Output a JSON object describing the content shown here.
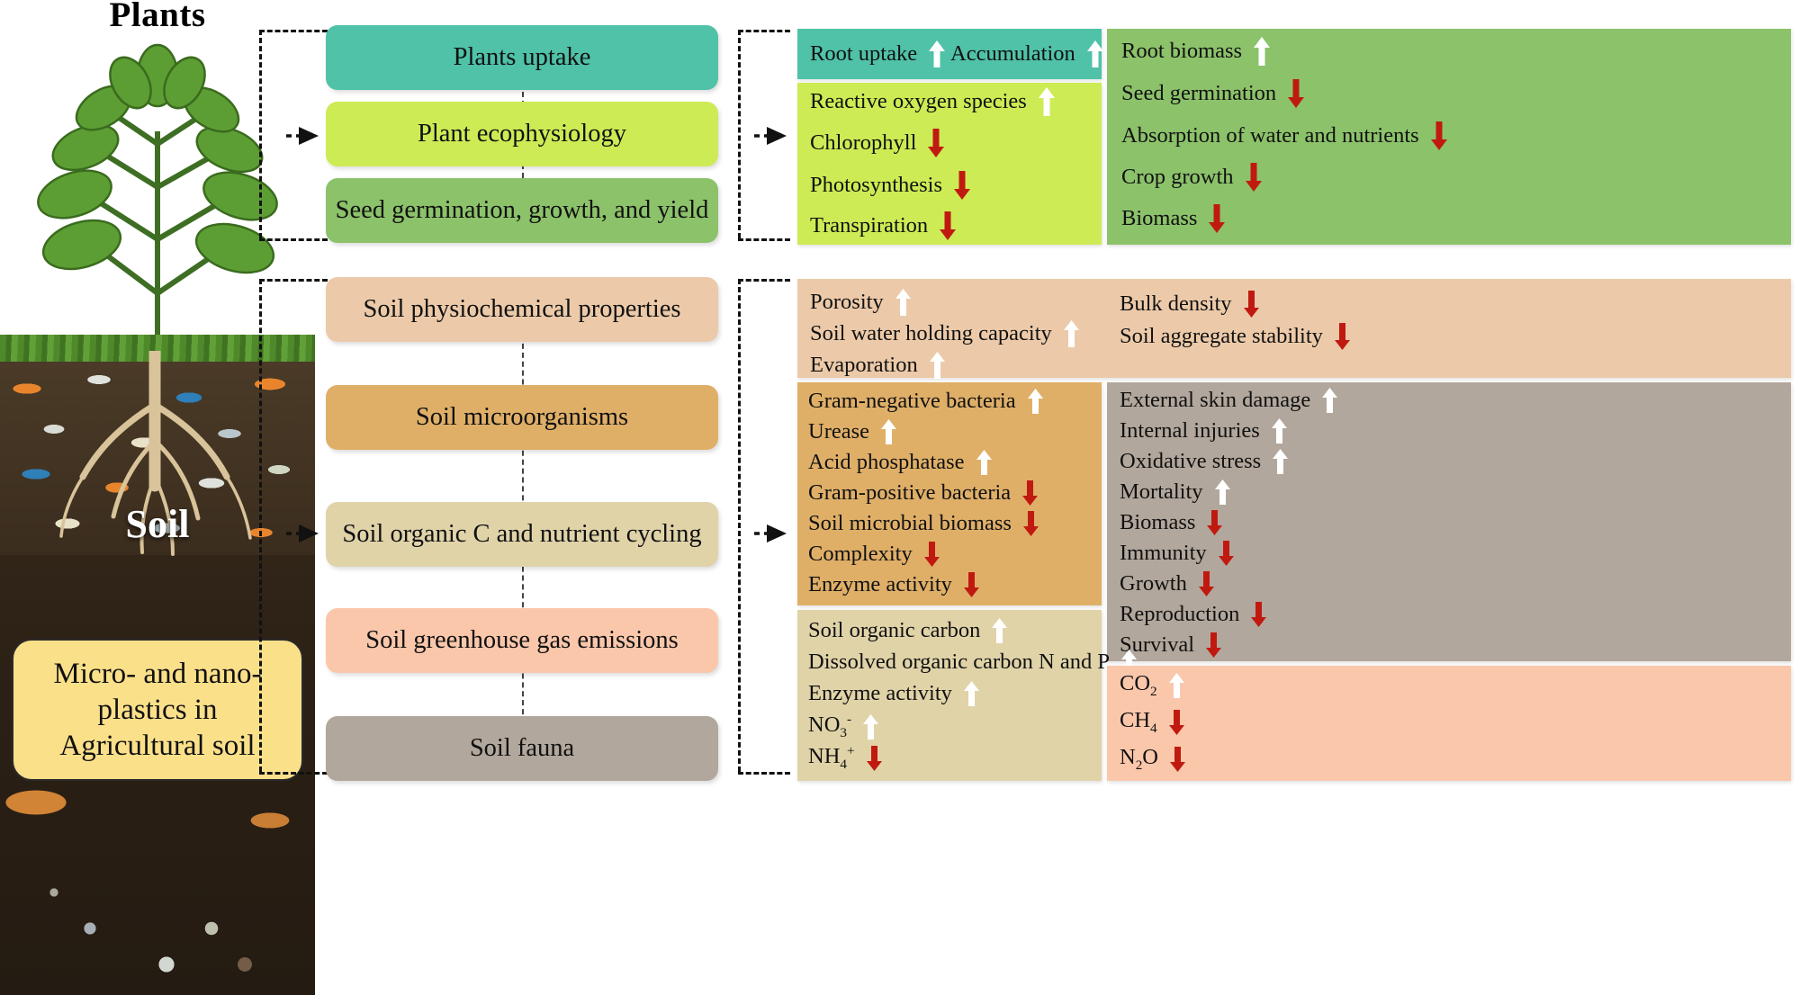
{
  "left": {
    "plants_title": "Plants",
    "soil_title": "Soil",
    "mnp_box": "Micro- and nano-plastics in Agricultural soil"
  },
  "middle": {
    "boxes": [
      {
        "label": "Plants uptake",
        "color": "#4fc2a8"
      },
      {
        "label": "Plant ecophysiology",
        "color": "#cdeb54"
      },
      {
        "label": "Seed germination, growth, and yield",
        "color": "#8cc26a"
      },
      {
        "label": "Soil physiochemical properties",
        "color": "#eccaa9"
      },
      {
        "label": "Soil microorganisms",
        "color": "#dfaf68"
      },
      {
        "label": "Soil organic C and nutrient cycling",
        "color": "#e0d3a8"
      },
      {
        "label": "Soil greenhouse gas emissions",
        "color": "#fac7ab"
      },
      {
        "label": "Soil fauna",
        "color": "#b2a79c"
      }
    ]
  },
  "panels": [
    {
      "name": "plants-uptake-panel",
      "color": "#4fc2a8",
      "items": [
        {
          "label": "Root uptake",
          "dir": "up"
        },
        {
          "label": "Accumulation",
          "dir": "up"
        }
      ]
    },
    {
      "name": "plant-ecophysiology-panel",
      "color": "#cdeb54",
      "items": [
        {
          "label": "Reactive oxygen species",
          "dir": "up"
        },
        {
          "label": "Chlorophyll",
          "dir": "down"
        },
        {
          "label": "Photosynthesis",
          "dir": "down"
        },
        {
          "label": "Transpiration",
          "dir": "down"
        }
      ]
    },
    {
      "name": "seed-germination-panel",
      "color": "#8cc26a",
      "items": [
        {
          "label": "Root biomass",
          "dir": "up"
        },
        {
          "label": "Seed germination",
          "dir": "down"
        },
        {
          "label": "Absorption of water and nutrients",
          "dir": "down"
        },
        {
          "label": "Crop growth",
          "dir": "down"
        },
        {
          "label": "Biomass",
          "dir": "down"
        }
      ]
    },
    {
      "name": "soil-physiochemical-panel",
      "color": "#eccaa9",
      "items_left": [
        {
          "label": "Porosity",
          "dir": "up"
        },
        {
          "label": "Soil water holding capacity",
          "dir": "up"
        },
        {
          "label": "Evaporation",
          "dir": "up"
        }
      ],
      "items_right": [
        {
          "label": "Bulk density",
          "dir": "down"
        },
        {
          "label": "Soil aggregate stability",
          "dir": "down"
        }
      ]
    },
    {
      "name": "soil-microorganisms-panel",
      "color": "#dfaf68",
      "items": [
        {
          "label": "Gram-negative bacteria",
          "dir": "up"
        },
        {
          "label": "Urease",
          "dir": "up"
        },
        {
          "label": "Acid phosphatase",
          "dir": "up"
        },
        {
          "label": "Gram-positive bacteria",
          "dir": "down"
        },
        {
          "label": "Soil microbial biomass",
          "dir": "down"
        },
        {
          "label": "Complexity",
          "dir": "down"
        },
        {
          "label": "Enzyme activity",
          "dir": "down"
        }
      ]
    },
    {
      "name": "soil-fauna-panel",
      "color": "#b2a79c",
      "items": [
        {
          "label": "External skin damage",
          "dir": "up"
        },
        {
          "label": "Internal injuries",
          "dir": "up"
        },
        {
          "label": "Oxidative stress",
          "dir": "up"
        },
        {
          "label": "Mortality",
          "dir": "up"
        },
        {
          "label": "Biomass",
          "dir": "down"
        },
        {
          "label": "Immunity",
          "dir": "down"
        },
        {
          "label": "Growth",
          "dir": "down"
        },
        {
          "label": "Reproduction",
          "dir": "down"
        },
        {
          "label": "Survival",
          "dir": "down"
        }
      ]
    },
    {
      "name": "soil-organic-carbon-panel",
      "color": "#e0d3a8",
      "items": [
        {
          "label": "Soil organic carbon",
          "dir": "up"
        },
        {
          "label": "Dissolved organic carbon N and P",
          "dir": "up"
        },
        {
          "label": "Enzyme activity",
          "dir": "up"
        },
        {
          "label": "NO3-",
          "html": "NO<sub>3</sub><sup>-</sup>",
          "dir": "up"
        },
        {
          "label": "NH4+",
          "html": "NH<sub>4</sub><sup>+</sup>",
          "dir": "down"
        }
      ]
    },
    {
      "name": "greenhouse-gas-panel",
      "color": "#fac7ab",
      "items": [
        {
          "label": "CO2",
          "html": "CO<sub>2</sub>",
          "dir": "up"
        },
        {
          "label": "CH4",
          "html": "CH<sub>4</sub>",
          "dir": "down"
        },
        {
          "label": "N2O",
          "html": "N<sub>2</sub>O",
          "dir": "down"
        }
      ]
    }
  ],
  "colors": {
    "arrow_up": "#ffffff",
    "arrow_down": "#c01a10",
    "connector": "#111111",
    "mnp_fill": "#fbe08a"
  }
}
